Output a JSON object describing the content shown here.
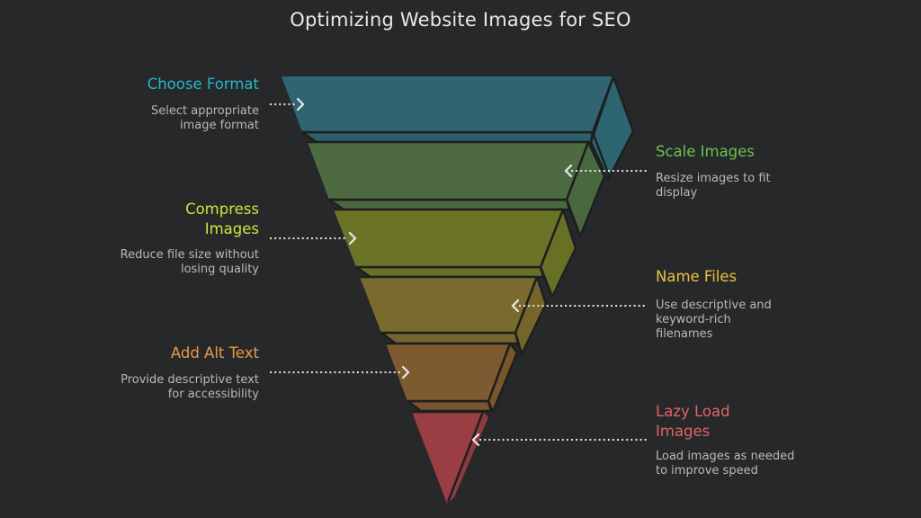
{
  "title": "Optimizing Website Images for SEO",
  "steps": [
    {
      "label": "Choose Format",
      "description": "Select appropriate image format",
      "side": "left",
      "color": "#26b7c9",
      "fill": "#2f6470"
    },
    {
      "label": "Scale Images",
      "description": "Resize images to fit display",
      "side": "right",
      "color": "#6cc24a",
      "fill": "#4e6a42"
    },
    {
      "label": "Compress Images",
      "description": "Reduce file size without losing quality",
      "side": "left",
      "color": "#c9e63a",
      "fill": "#6b7327"
    },
    {
      "label": "Name Files",
      "description": "Use descriptive and keyword-rich filenames",
      "side": "right",
      "color": "#e9c33a",
      "fill": "#7b6a2e"
    },
    {
      "label": "Add Alt Text",
      "description": "Provide descriptive text for accessibility",
      "side": "left",
      "color": "#e69a45",
      "fill": "#7e5a30"
    },
    {
      "label": "Lazy Load Images",
      "description": "Load images as needed to improve speed",
      "side": "right",
      "color": "#e06468",
      "fill": "#9a3e44"
    }
  ],
  "icons": {
    "arrow_right": "chevron-right-icon",
    "arrow_left": "chevron-left-icon"
  }
}
